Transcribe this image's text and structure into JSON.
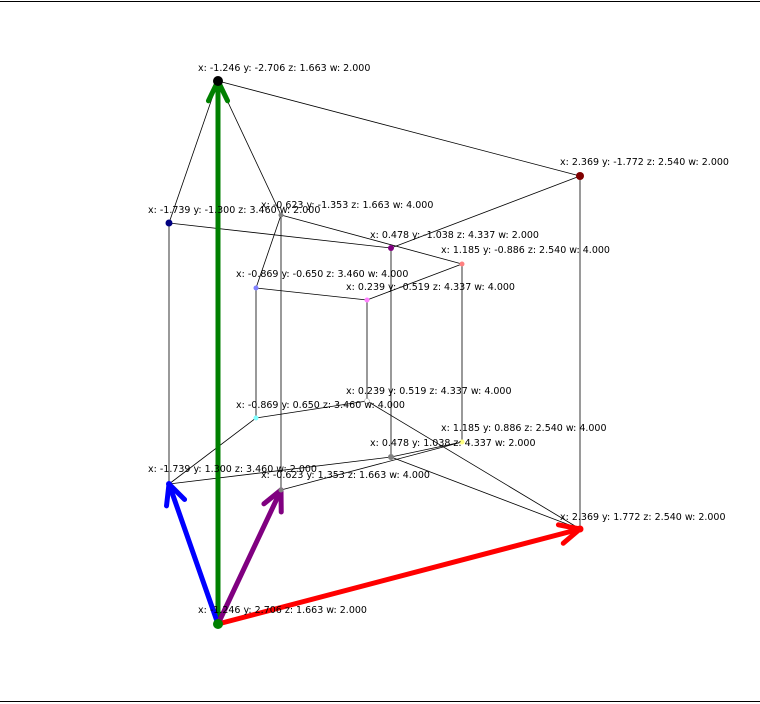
{
  "vertices": [
    {
      "id": "v0",
      "label": "x: -1.246 y: -2.706 z: 1.663 w: 2.000",
      "color": "#000000",
      "r": 5
    },
    {
      "id": "v1",
      "label": "x: 2.369 y: -1.772 z: 2.540 w: 2.000",
      "color": "#800000",
      "r": 4
    },
    {
      "id": "v2",
      "label": "x: -1.739 y: -1.300 z: 3.460 w: 2.000",
      "color": "#000080",
      "r": 3.5
    },
    {
      "id": "v3",
      "label": "x: -0.623 y: -1.353 z: 1.663 w: 4.000",
      "color": "#808080",
      "r": 2.5
    },
    {
      "id": "v4",
      "label": "x: 0.478 y: -1.038 z: 4.337 w: 2.000",
      "color": "#800080",
      "r": 3
    },
    {
      "id": "v5",
      "label": "x: 1.185 y: -0.886 z: 2.540 w: 4.000",
      "color": "#ff8080",
      "r": 2.5
    },
    {
      "id": "v6",
      "label": "x: -0.869 y: -0.650 z: 3.460 w: 4.000",
      "color": "#8080ff",
      "r": 2.5
    },
    {
      "id": "v7",
      "label": "x: 0.239 y: -0.519 z: 4.337 w: 4.000",
      "color": "#ff80ff",
      "r": 2.5
    },
    {
      "id": "v8",
      "label": "x: 0.239 y: 0.519 z: 4.337 w: 4.000",
      "color": "#ffffff",
      "r": 2.5
    },
    {
      "id": "v9",
      "label": "x: -0.869 y: 0.650 z: 3.460 w: 4.000",
      "color": "#80ffff",
      "r": 2.5
    },
    {
      "id": "v10",
      "label": "x: 1.185 y: 0.886 z: 2.540 w: 4.000",
      "color": "#ffff80",
      "r": 2.5
    },
    {
      "id": "v11",
      "label": "x: 0.478 y: 1.038 z: 4.337 w: 2.000",
      "color": "#808080",
      "r": 3
    },
    {
      "id": "v12",
      "label": "x: -1.739 y: 1.300 z: 3.460 w: 2.000",
      "color": "#0000ff",
      "r": 3
    },
    {
      "id": "v13",
      "label": "x: -0.623 y: 1.353 z: 1.663 w: 4.000",
      "color": "#808080",
      "r": 2.5
    },
    {
      "id": "v14",
      "label": "x: 2.369 y: 1.772 z: 2.540 w: 2.000",
      "color": "#ff0000",
      "r": 3.5
    },
    {
      "id": "v15",
      "label": "x: -1.246 y: 2.706 z: 1.663 w: 2.000",
      "color": "#008000",
      "r": 5
    }
  ],
  "edges": [
    [
      "v0",
      "v1"
    ],
    [
      "v0",
      "v2"
    ],
    [
      "v0",
      "v3"
    ],
    [
      "v1",
      "v4"
    ],
    [
      "v1",
      "v14"
    ],
    [
      "v2",
      "v4"
    ],
    [
      "v2",
      "v12"
    ],
    [
      "v3",
      "v5"
    ],
    [
      "v3",
      "v6"
    ],
    [
      "v3",
      "v13"
    ],
    [
      "v4",
      "v11"
    ],
    [
      "v5",
      "v10"
    ],
    [
      "v5",
      "v7"
    ],
    [
      "v6",
      "v7"
    ],
    [
      "v6",
      "v9"
    ],
    [
      "v7",
      "v8"
    ],
    [
      "v8",
      "v9"
    ],
    [
      "v8",
      "v14"
    ],
    [
      "v9",
      "v12"
    ],
    [
      "v10",
      "v11"
    ],
    [
      "v10",
      "v13"
    ],
    [
      "v11",
      "v12"
    ],
    [
      "v11",
      "v14"
    ],
    [
      "v12",
      "v15"
    ],
    [
      "v13",
      "v15"
    ],
    [
      "v14",
      "v15"
    ]
  ],
  "arrows": [
    {
      "id": "green-axis-arrow",
      "from": "v15",
      "to": "v0",
      "color": "#008000"
    },
    {
      "id": "red-axis-arrow",
      "from": "v15",
      "to": "v14",
      "color": "#ff0000"
    },
    {
      "id": "blue-axis-arrow",
      "from": "v15",
      "to": "v12",
      "color": "#0000ff"
    },
    {
      "id": "purple-axis-arrow",
      "from": "v15",
      "to": "v13",
      "color": "#800080"
    }
  ]
}
